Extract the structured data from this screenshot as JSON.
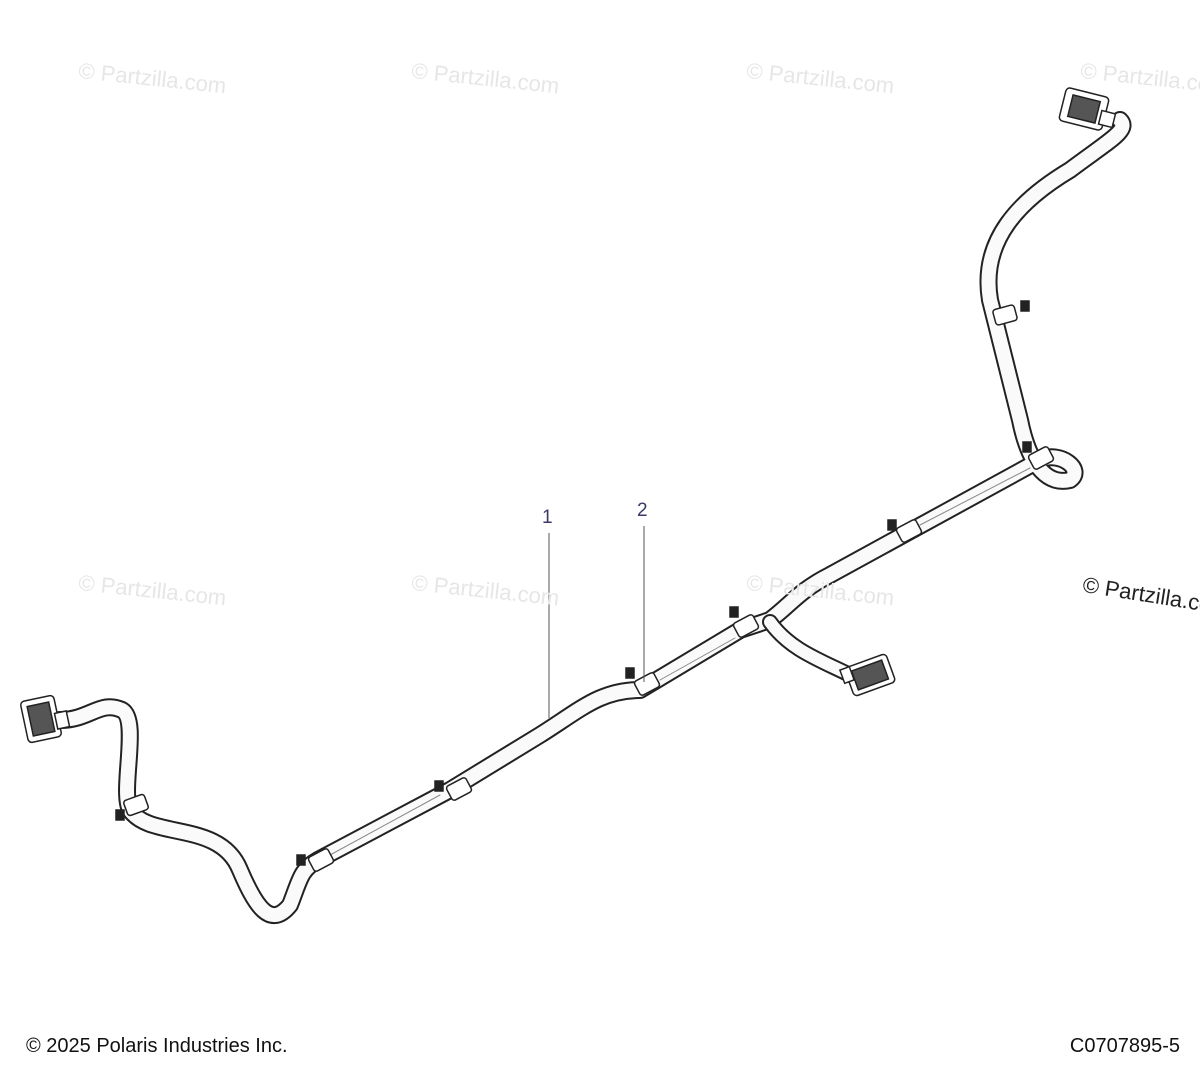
{
  "watermarks": {
    "text": "© Partzilla.com",
    "big_text": "© Partzilla.com"
  },
  "callouts": {
    "c1": "1",
    "c2": "2"
  },
  "footer": {
    "copyright": "© 2025 Polaris Industries Inc.",
    "drawing_code": "C0707895-5"
  }
}
